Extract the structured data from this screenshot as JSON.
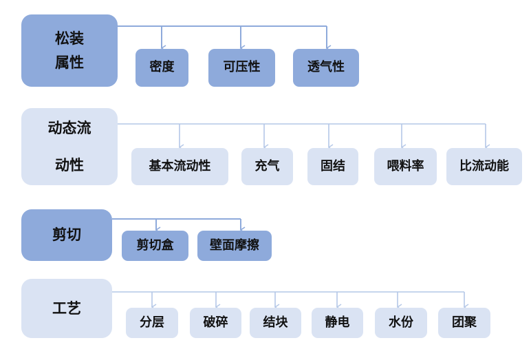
{
  "colors": {
    "dark_box": "#8eaadb",
    "light_box": "#dae3f3",
    "connector": "#8eaadb"
  },
  "groups": [
    {
      "id": "bulk",
      "label_lines": [
        "松装",
        "属性"
      ],
      "style": "dark",
      "children": [
        "密度",
        "可压性",
        "透气性"
      ]
    },
    {
      "id": "flow",
      "label_lines": [
        "动态流",
        "动性"
      ],
      "style": "light",
      "children": [
        "基本流动性",
        "充气",
        "固结",
        "喂料率",
        "比流动能"
      ]
    },
    {
      "id": "shear",
      "label_lines": [
        "剪切"
      ],
      "style": "dark",
      "children": [
        "剪切盒",
        "壁面摩擦"
      ]
    },
    {
      "id": "process",
      "label_lines": [
        "工艺"
      ],
      "style": "light",
      "children": [
        "分层",
        "破碎",
        "结块",
        "静电",
        "水份",
        "团聚"
      ]
    }
  ]
}
